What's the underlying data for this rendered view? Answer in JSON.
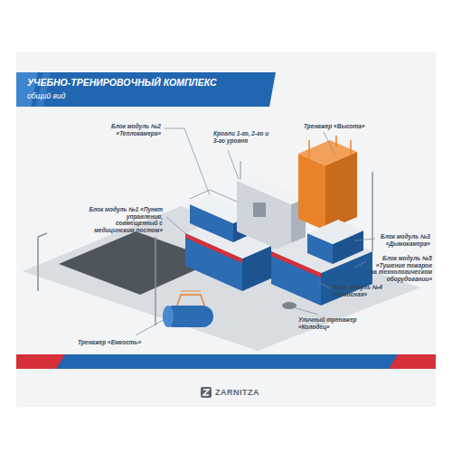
{
  "diagram": {
    "title": "УЧЕБНО-ТРЕНИРОВОЧНЫЙ КОМПЛЕКС",
    "labels": [
      "общий вид",
      "Блок модуль №2 «Теплокамера»",
      "Кровли 1-го, 2-го и 3-го уровня",
      "Тренажер «Высота»",
      "Блок модуль №1 «Пункт управления, совмещенный с медицинским постом»",
      "Блок модуль №3 «Дымокамера»",
      "Блок модуль №5 «Тушение пожаров на технологическом оборудовании»",
      "Блок модуль №4 «Насосная»",
      "Уличный тренажер «Колодец»",
      "Тренажер «Емкость»",
      "ZARNITZA"
    ]
  }
}
